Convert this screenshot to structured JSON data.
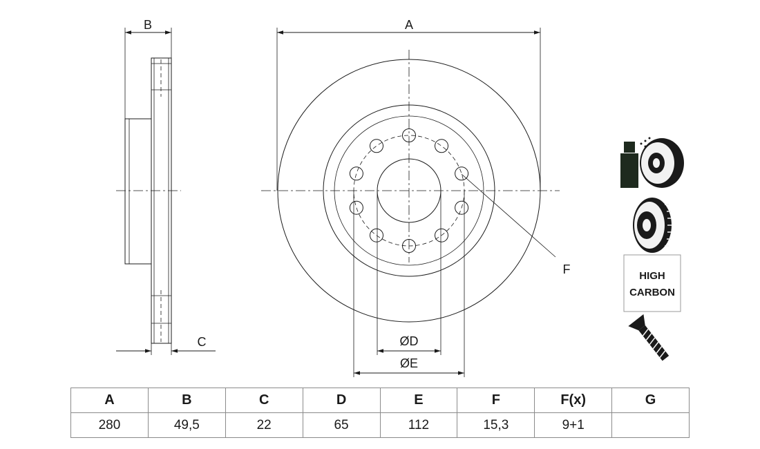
{
  "drawing": {
    "labels": {
      "a": "A",
      "b": "B",
      "c": "C",
      "d": "ØD",
      "e": "ØE",
      "f": "F"
    },
    "badge_text": [
      "HIGH",
      "CARBON"
    ],
    "icons": [
      "coated-disc-icon",
      "vented-disc-icon",
      "high-carbon-badge",
      "screw-icon"
    ]
  },
  "table": {
    "headers": [
      "A",
      "B",
      "C",
      "D",
      "E",
      "F",
      "F(x)",
      "G"
    ],
    "values": [
      "280",
      "49,5",
      "22",
      "65",
      "112",
      "15,3",
      "9+1",
      ""
    ]
  }
}
